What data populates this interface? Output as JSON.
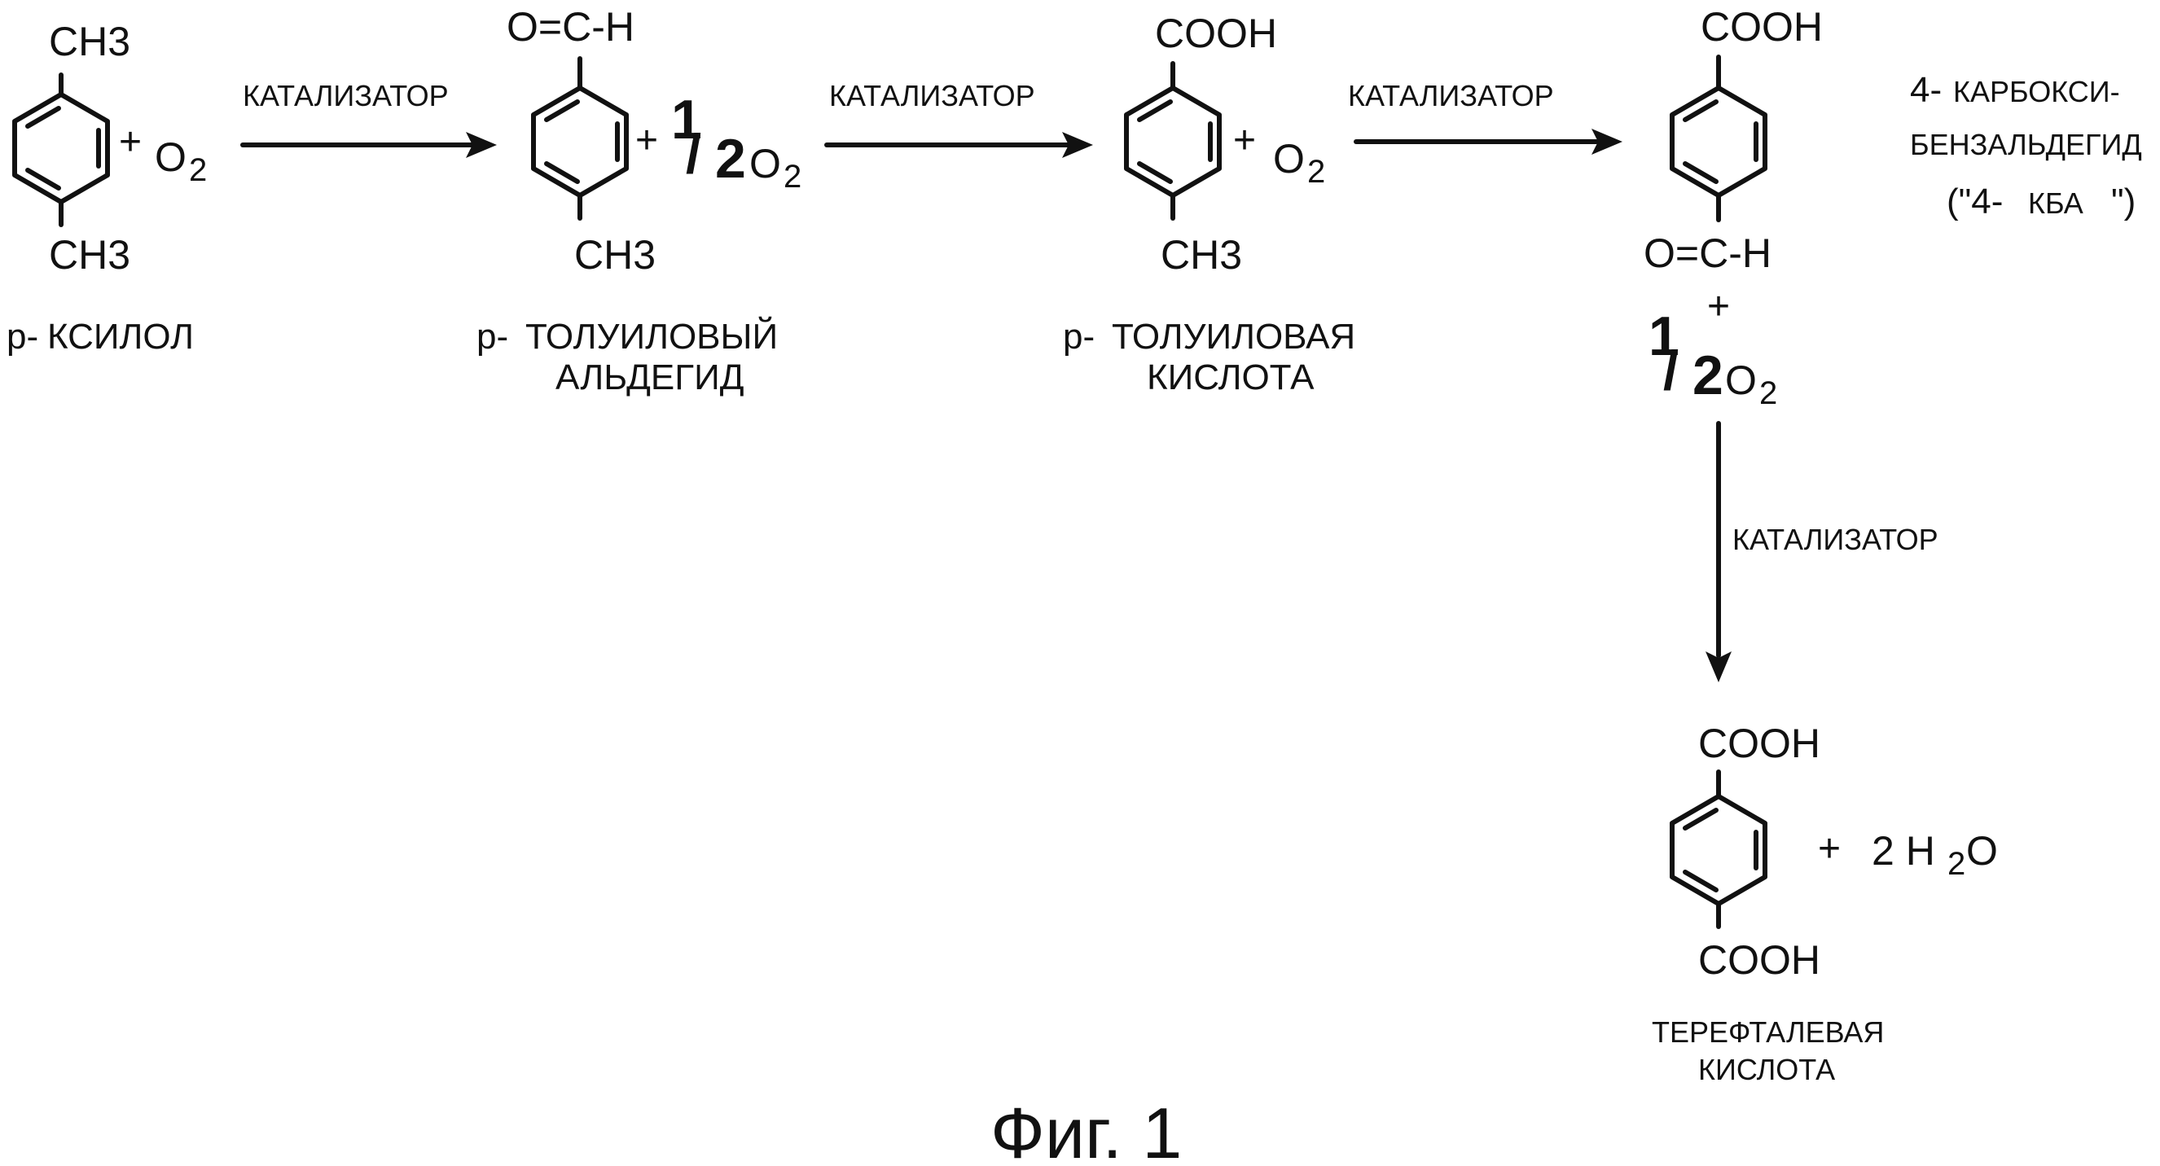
{
  "compounds": {
    "pxylene": {
      "top": "CH3",
      "bottom": "CH3",
      "name_line1": "р-",
      "name_line2": "КСИЛОЛ"
    },
    "ptolualdehyde": {
      "top": "O=C-H",
      "bottom": "CH3",
      "name_prefix": "р-",
      "name_line1": "ТОЛУИЛОВЫЙ",
      "name_line2": "АЛЬДЕГИД"
    },
    "ptoluic_acid": {
      "top": "COOH",
      "bottom": "CH3",
      "name_prefix": "р-",
      "name_line1": "ТОЛУИЛОВАЯ",
      "name_line2": "КИСЛОТА"
    },
    "cba": {
      "top": "COOH",
      "bottom": "O=C-H",
      "name_line1": "4-",
      "name_line1b": "КАРБОКСИ-",
      "name_line2": "БЕНЗАЛЬДЕГИД",
      "name_line3a": "(\"4-",
      "name_line3b": "КБА",
      "name_line3c": "\")"
    },
    "terephthalic": {
      "top": "COOH",
      "bottom": "COOH",
      "name_line1": "ТЕРЕФТАЛЕВАЯ",
      "name_line2": "КИСЛОТА"
    }
  },
  "reagents": {
    "plus": "+",
    "o2": "O",
    "o2_sub": "2",
    "half_num": "1",
    "half_slash": "/",
    "half_den": "2",
    "water_coef": "2 H",
    "water_sub": "2",
    "water_o": "O"
  },
  "arrows": {
    "step1": "КАТАЛИЗАТОР",
    "step2": "КАТАЛИЗАТОР",
    "step3": "КАТАЛИЗАТОР",
    "step4": "КАТАЛИЗАТОР"
  },
  "figure_caption": "Фиг. 1"
}
